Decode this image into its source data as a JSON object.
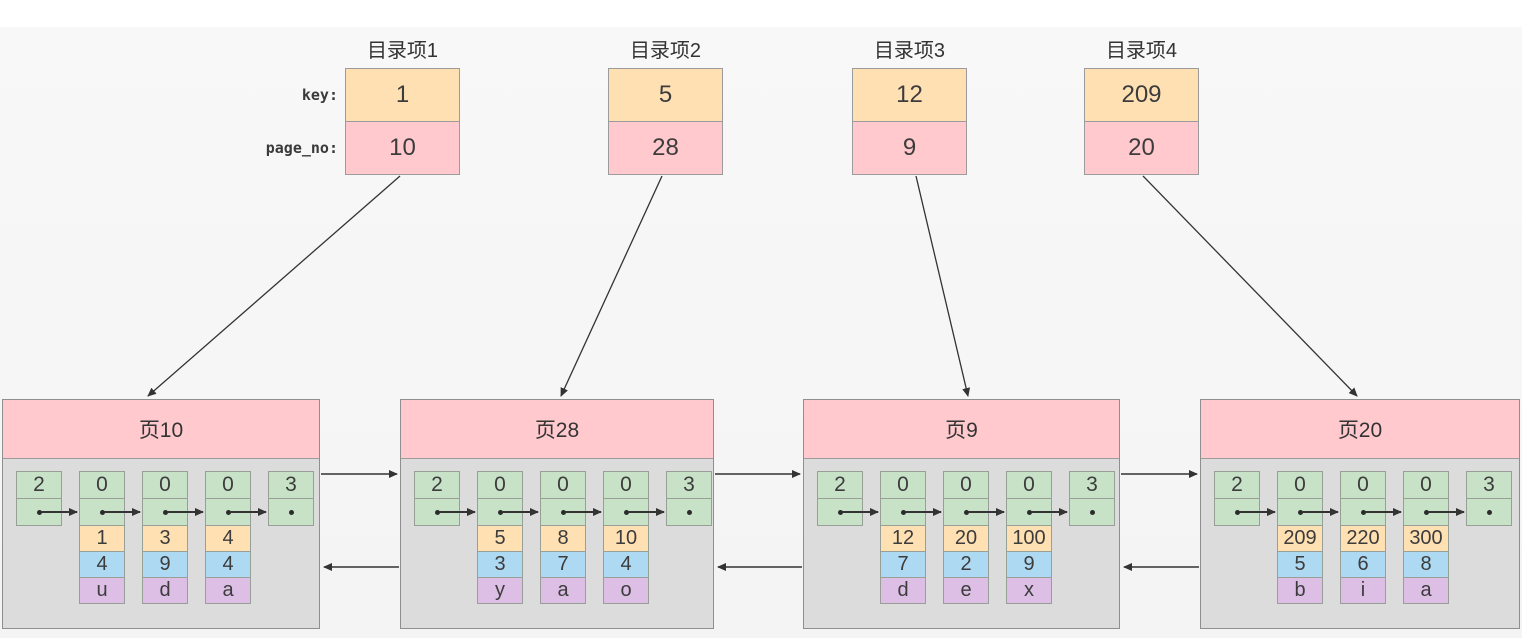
{
  "labels": {
    "key": "key:",
    "page_no": "page_no:"
  },
  "directory_entries": [
    {
      "title": "目录项1",
      "key": "1",
      "page_no": "10"
    },
    {
      "title": "目录项2",
      "key": "5",
      "page_no": "28"
    },
    {
      "title": "目录项3",
      "key": "12",
      "page_no": "9"
    },
    {
      "title": "目录项4",
      "key": "209",
      "page_no": "20"
    }
  ],
  "pages": [
    {
      "title": "页10",
      "infimum_type": "2",
      "supremum_type": "3",
      "records": [
        {
          "type": "0",
          "key": "1",
          "col1": "4",
          "col2": "u"
        },
        {
          "type": "0",
          "key": "3",
          "col1": "9",
          "col2": "d"
        },
        {
          "type": "0",
          "key": "4",
          "col1": "4",
          "col2": "a"
        }
      ]
    },
    {
      "title": "页28",
      "infimum_type": "2",
      "supremum_type": "3",
      "records": [
        {
          "type": "0",
          "key": "5",
          "col1": "3",
          "col2": "y"
        },
        {
          "type": "0",
          "key": "8",
          "col1": "7",
          "col2": "a"
        },
        {
          "type": "0",
          "key": "10",
          "col1": "4",
          "col2": "o"
        }
      ]
    },
    {
      "title": "页9",
      "infimum_type": "2",
      "supremum_type": "3",
      "records": [
        {
          "type": "0",
          "key": "12",
          "col1": "7",
          "col2": "d"
        },
        {
          "type": "0",
          "key": "20",
          "col1": "2",
          "col2": "e"
        },
        {
          "type": "0",
          "key": "100",
          "col1": "9",
          "col2": "x"
        }
      ]
    },
    {
      "title": "页20",
      "infimum_type": "2",
      "supremum_type": "3",
      "records": [
        {
          "type": "0",
          "key": "209",
          "col1": "5",
          "col2": "b"
        },
        {
          "type": "0",
          "key": "220",
          "col1": "6",
          "col2": "i"
        },
        {
          "type": "0",
          "key": "300",
          "col1": "8",
          "col2": "a"
        }
      ]
    }
  ],
  "colors": {
    "key_fill": "#ffe0b2",
    "page_no_fill": "#ffc9ce",
    "page_header_fill": "#ffc9ce",
    "page_body_fill": "#dcdcdc",
    "record_header_fill": "#c8e2c8",
    "record_col1_fill": "#aed9f2",
    "record_col2_fill": "#ddbfe6",
    "arrow": "#333333"
  }
}
